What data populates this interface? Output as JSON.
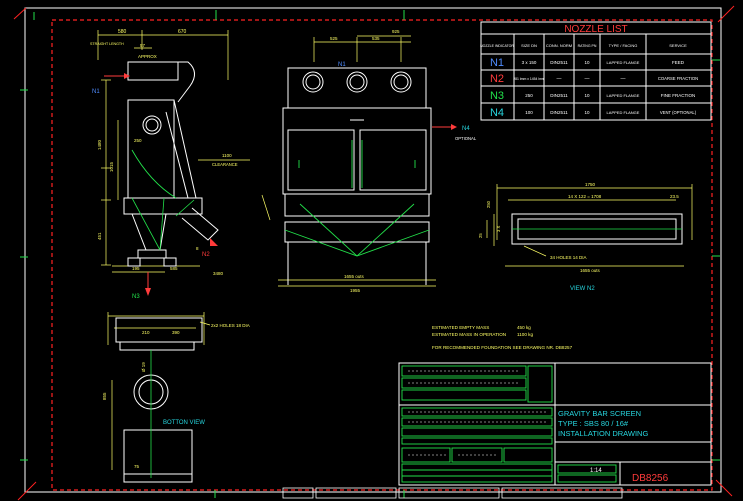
{
  "nozzle_list": {
    "title": "NOZZLE LIST",
    "headers": [
      "NOZZLE INDICATOR",
      "SIZE DN",
      "CONN. NORM",
      "RATING PN",
      "TYPE / FACING",
      "SERVICE"
    ],
    "rows": [
      {
        "id": "N1",
        "size": "3 x 150",
        "norm": "DIN2511",
        "rating": "10",
        "type": "LAPPED FLANGE",
        "service": "FEED"
      },
      {
        "id": "N2",
        "size": "281 lmm x 1454 lmm",
        "norm": "—",
        "rating": "—",
        "type": "—",
        "service": "COARSE FRACTION"
      },
      {
        "id": "N3",
        "size": "250",
        "norm": "DIN2511",
        "rating": "10",
        "type": "LAPPED FLANGE",
        "service": "FINE FRACTION"
      },
      {
        "id": "N4",
        "size": "100",
        "norm": "DIN2511",
        "rating": "10",
        "type": "LAPPED FLANGE",
        "service": "VENT (OPTIONAL)"
      }
    ],
    "colors": {
      "N1": "#4f8cff",
      "N2": "#ff3b3b",
      "N3": "#22e04a",
      "N4": "#27d7e0"
    }
  },
  "side_view": {
    "dim_top_left": "580",
    "dim_top_right": "670",
    "straight_length": "STRAIGHT LENGTH",
    "dim_57": "57",
    "approx": "APPROX",
    "n1": "N1",
    "dim_1480": "1480",
    "dim_1015": "1015",
    "dim_250": "250",
    "dim_451": "451",
    "dim_195": "195",
    "dim_585": "585",
    "dim_3480": "3480",
    "dim_8": "8",
    "n2": "N2",
    "n3": "N3",
    "dim_1100": "1100",
    "clearance": "CLEARANCE"
  },
  "front_view": {
    "n1": "N1",
    "dim_525": "525",
    "dim_535": "535",
    "dim_925": "925",
    "n4": "N4",
    "optional": "OPTIONAL",
    "dim_1655_outs": "1655 outs",
    "dim_1955": "1955"
  },
  "view_n2": {
    "dim_1750": "1750",
    "dim_pitch": "14 X 122 = 1708",
    "dim_23_5": "23.5",
    "dim_250": "250",
    "dim_25": "25",
    "dim_3x": "3 X",
    "holes": "34 HOLES 14 DIA",
    "dim_1655_outs": "1655 outs",
    "label": "VIEW N2"
  },
  "bottom_view": {
    "dim_210": "210",
    "dim_390": "390",
    "holes": "2x2 HOLES 18 DIA",
    "dim_r": "Ø 19",
    "dim_855": "855",
    "dim_75": "75",
    "label": "BOTTON VIEW"
  },
  "notes": {
    "empty_mass_label": "ESTIMATED EMPTY MASS",
    "empty_mass_value": "450 kg",
    "op_mass_label": "ESTIMATED MASS IN OPERATION",
    "op_mass_value": "1100 kg",
    "foundation": "FOR RECOMMENDED FOUNDATION SEE DRAWING NR. DB8257"
  },
  "title_block": {
    "title1": "GRAVITY BAR SCREEN",
    "title2": "TYPE : SBS 80 / 16#",
    "title3": "INSTALLATION DRAWING",
    "scale": "1:14",
    "drawing_number": "DB8256"
  },
  "colors": {
    "background": "#000000",
    "geometry": "#ffffff",
    "dimension": "#ffff66",
    "frame": "#ff2222",
    "accent": "#22e04a",
    "cyan": "#27d7e0"
  }
}
